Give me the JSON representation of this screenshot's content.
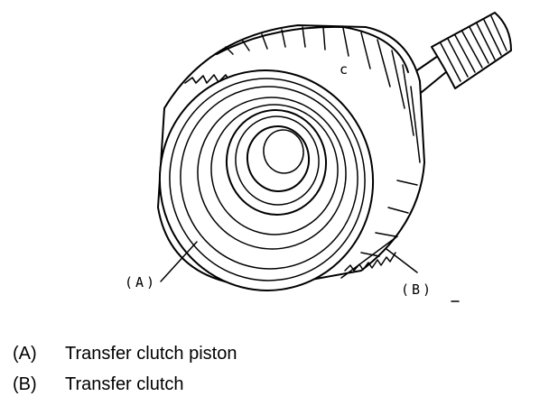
{
  "callouts": {
    "a": "(A)",
    "b": "(B)"
  },
  "legend": [
    {
      "key": "(A)",
      "text": "Transfer clutch piston"
    },
    {
      "key": "(B)",
      "text": "Transfer clutch"
    }
  ],
  "part_marking": "c",
  "colors": {
    "ink": "#000000",
    "paper": "#ffffff"
  }
}
